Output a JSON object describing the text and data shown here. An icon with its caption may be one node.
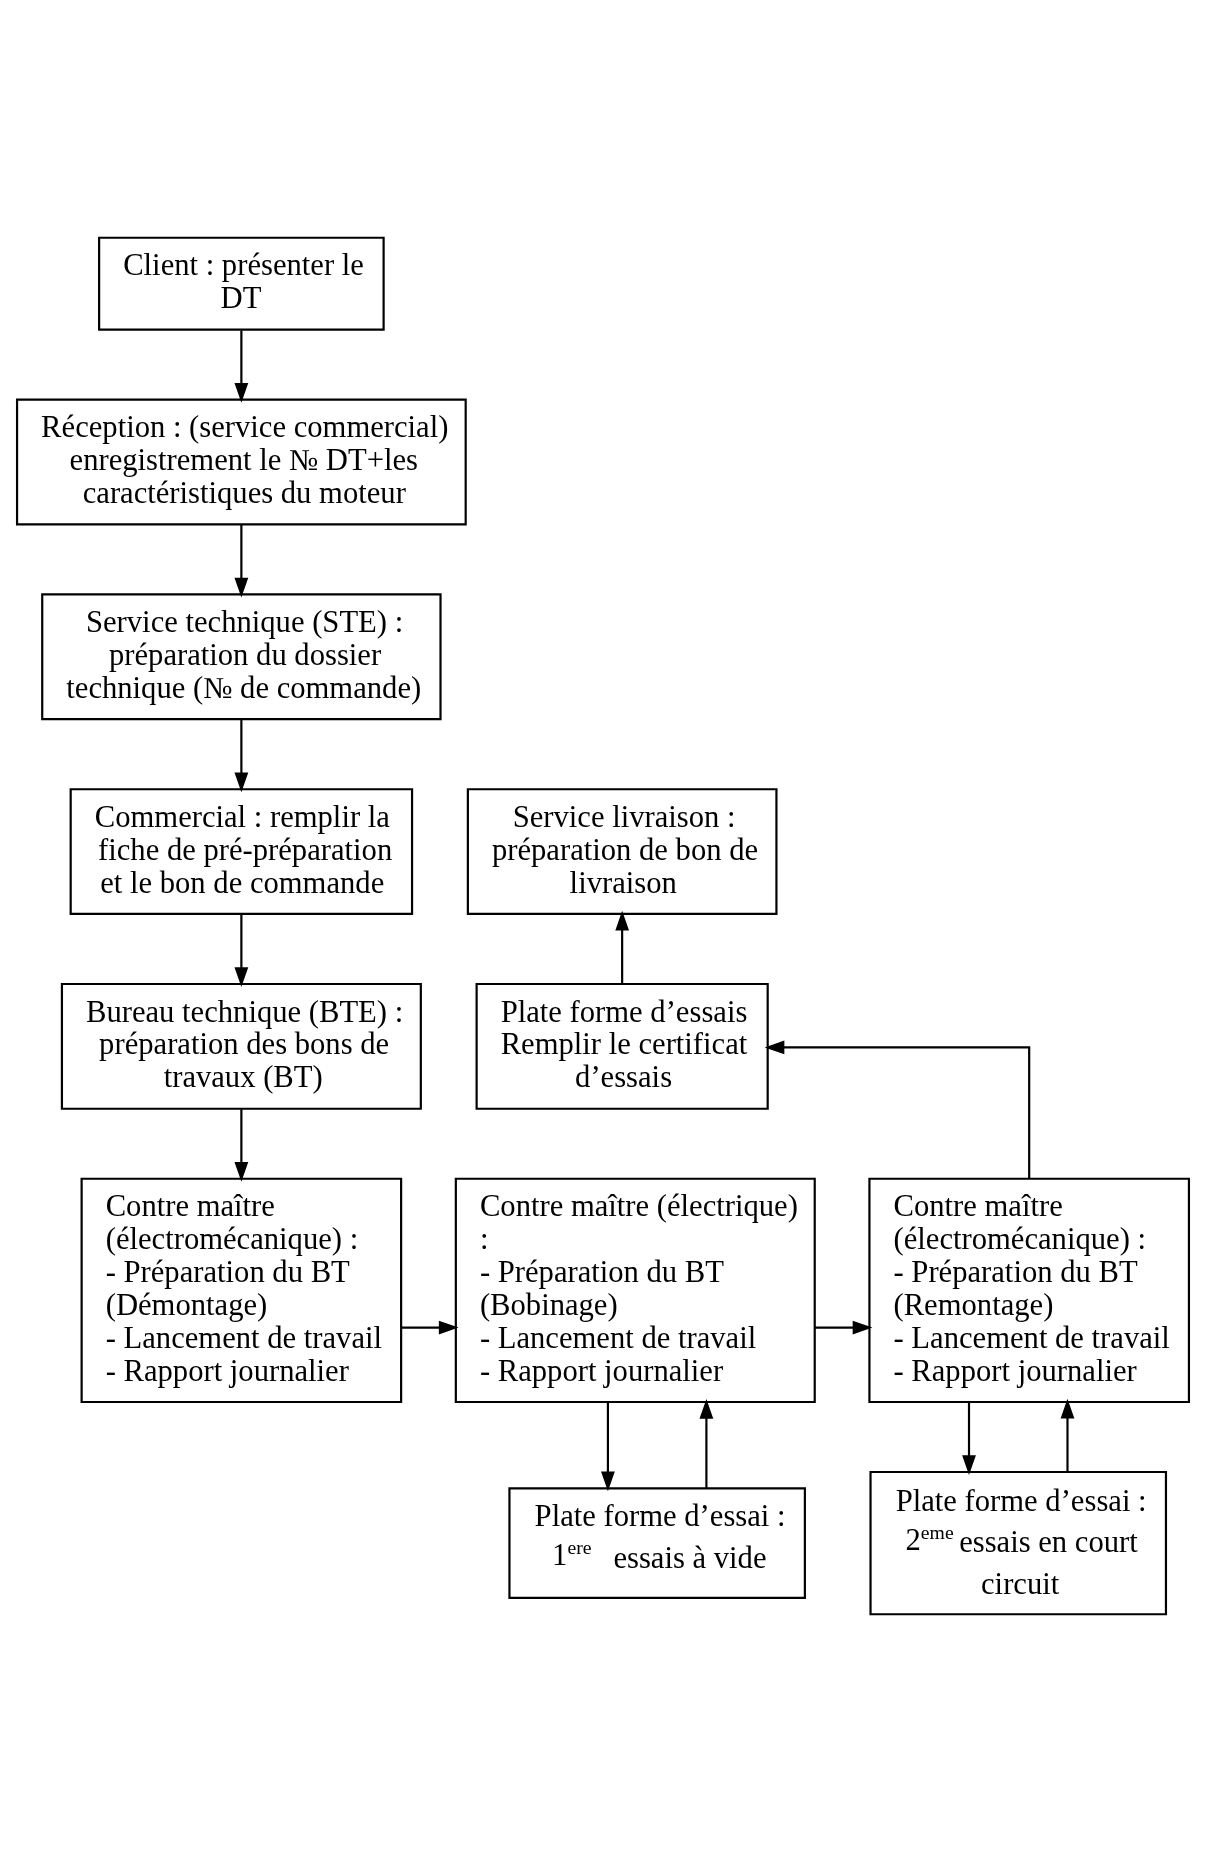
{
  "diagram": {
    "nodes": [
      {
        "text": [
          "Client : présenter le DT"
        ]
      },
      {
        "text": [
          "Réception : (service commercial) enregistrement le № DT+les caractéristiques du moteur"
        ]
      },
      {
        "text": [
          "Service technique (STE) : préparation du dossier technique (№ de commande)"
        ]
      },
      {
        "text": [
          "Commercial : remplir la fiche de pré-préparation et le bon de commande"
        ]
      },
      {
        "text": [
          "Service livraison : préparation de bon de livraison"
        ]
      },
      {
        "text": [
          "Bureau technique (BTE) : préparation des bons de travaux (BT)"
        ]
      },
      {
        "text": [
          "Plate forme d’essais",
          "Remplir le certificat d’essais"
        ]
      },
      {
        "text": [
          "Contre maître (électromécanique) :",
          "- Préparation du BT (Démontage)",
          "- Lancement de travail",
          "- Rapport journalier"
        ]
      },
      {
        "text": [
          "Contre maître (électrique) :",
          "- Préparation du BT (Bobinage)",
          "- Lancement de travail",
          "- Rapport journalier"
        ]
      },
      {
        "text": [
          "Contre maître (électromécanique) :",
          "- Préparation du BT (Remontage)",
          "- Lancement de travail",
          "- Rapport journalier"
        ]
      },
      {
        "text": [
          "Plate forme d’essai : 1$^{ere}$ essais à vide"
        ]
      },
      {
        "text": [
          "Plate forme d’essai : 2$^{eme}$ essais en court circuit"
        ]
      }
    ],
    "edges": [
      {
        "from": 0,
        "to": 1,
        "arrow": "to"
      },
      {
        "from": 1,
        "to": 2,
        "arrow": "to"
      },
      {
        "from": 2,
        "to": 3,
        "arrow": "to"
      },
      {
        "from": 3,
        "to": 5,
        "arrow": "to"
      },
      {
        "from": 5,
        "to": 7,
        "arrow": "to"
      },
      {
        "from": 7,
        "to": 8,
        "arrow": "to"
      },
      {
        "from": 8,
        "to": 9,
        "arrow": "to"
      },
      {
        "from": 8,
        "to": 10,
        "arrow": "to"
      },
      {
        "from": 10,
        "to": 8,
        "arrow": "to"
      },
      {
        "from": 9,
        "to": 11,
        "arrow": "to"
      },
      {
        "from": 11,
        "to": 9,
        "arrow": "to"
      },
      {
        "from": 9,
        "to": 6,
        "arrow": "to"
      },
      {
        "from": 6,
        "to": 4,
        "arrow": "to"
      }
    ]
  }
}
